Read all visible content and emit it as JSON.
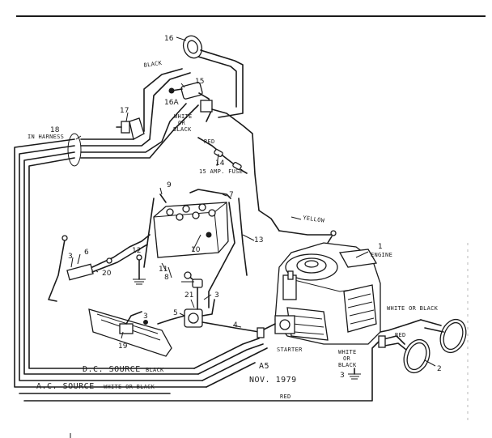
{
  "callouts": {
    "engine": "ENGINE",
    "n1": "1",
    "n2": "2",
    "n3a": "3",
    "n3b": "3",
    "n3c": "3",
    "n3d": "3",
    "n4": "4",
    "n5": "5",
    "n6": "6",
    "n7": "7",
    "n8": "8",
    "n9": "9",
    "n10": "10",
    "n11": "11",
    "n12": "12",
    "n13": "13",
    "n14": "14",
    "n15": "15",
    "n16": "16",
    "n16a": "16A",
    "n17": "17",
    "n18": "18",
    "n19": "19",
    "n20": "20",
    "n21": "21"
  },
  "wire_labels": {
    "black": "BLACK",
    "white_or_black_top_1": "WHITE",
    "white_or_black_top_2": "OR",
    "white_or_black_top_3": "BLACK",
    "red_top": "RED",
    "fuse": "15 AMP. FUSE",
    "in_harness": "IN HARNESS",
    "yellow": "YELLOW",
    "white_or_black_right": "WHITE OR BLACK",
    "red_right": "RED",
    "white_or_black_low_1": "WHITE",
    "white_or_black_low_2": "OR",
    "white_or_black_low_3": "BLACK",
    "starter": "STARTER",
    "dc_source": "D.C. SOURCE",
    "dc_black": "BLACK",
    "ac_source": "A.C. SOURCE",
    "ac_white_or_black": "WHITE OR BLACK",
    "red_bottom": "RED"
  },
  "footer": {
    "code": "A5",
    "date": "NOV. 1979"
  }
}
